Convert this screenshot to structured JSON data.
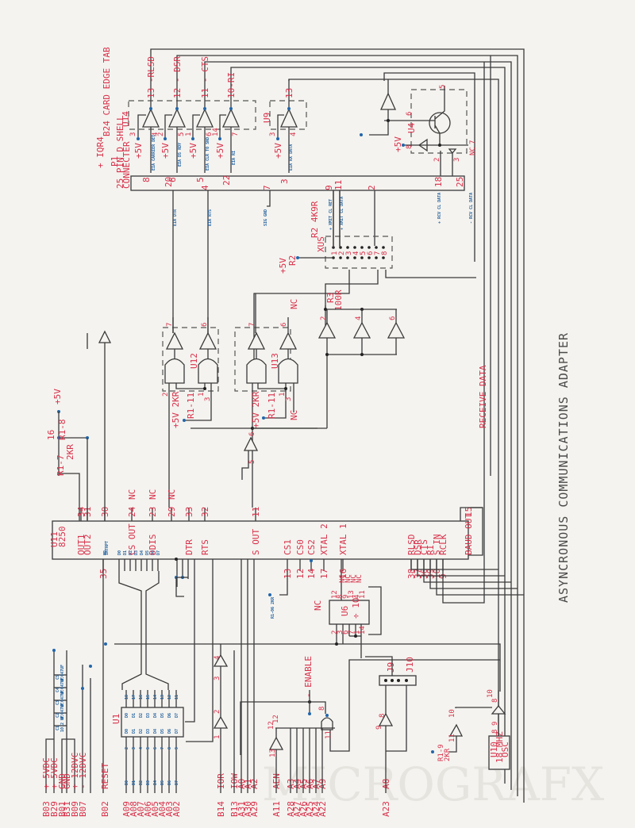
{
  "title": "ASYNCRONOUS COMMUNICATIONS ADAPTER",
  "colors": {
    "paper": "#f4f3ef",
    "wire": "#3a3a3a",
    "label_red": "#d8304a",
    "label_blue": "#1f5f9e"
  },
  "card_edge": {
    "title": "B24 CARD EDGE TAB",
    "pins_b": [
      {
        "pin": "B03",
        "signal": "+ 5VDC"
      },
      {
        "pin": "B29",
        "signal": "+ 5VDC"
      },
      {
        "pin": "B01",
        "signal": "GND"
      },
      {
        "pin": "B31",
        "signal": "GND"
      },
      {
        "pin": "B09",
        "signal": "+ 12DVC"
      },
      {
        "pin": "B07",
        "signal": "- 12DVC"
      },
      {
        "pin": "B02",
        "signal": "RESET"
      },
      {
        "pin": "B14",
        "signal": "IOR"
      },
      {
        "pin": "B13",
        "signal": "IOW"
      }
    ],
    "pins_data": [
      "A09",
      "A08",
      "A07",
      "A06",
      "A05",
      "A04",
      "A03",
      "A02"
    ],
    "pins_addr_low": [
      {
        "pin": "A31",
        "signal": "A0"
      },
      {
        "pin": "A30",
        "signal": "A1"
      },
      {
        "pin": "A29",
        "signal": "A2"
      }
    ],
    "pin_aen": {
      "pin": "A11",
      "signal": "AEN"
    },
    "pins_addr_high": [
      {
        "pin": "A28",
        "signal": "A3"
      },
      {
        "pin": "A27",
        "signal": "A4"
      },
      {
        "pin": "A26",
        "signal": "A5"
      },
      {
        "pin": "A25",
        "signal": "A6"
      },
      {
        "pin": "A24",
        "signal": "A7"
      },
      {
        "pin": "A22",
        "signal": "A9"
      }
    ],
    "pin_a8": {
      "pin": "A23",
      "signal": "A8"
    }
  },
  "capacitors": [
    "C1",
    "C2",
    "C3",
    "C4",
    "C5"
  ],
  "capacitor_values": [
    "10.2 UF",
    "0.047UF",
    "0.047UF",
    "0.047UF",
    "0.047UF"
  ],
  "u1": {
    "ref": "U1",
    "in_labels": [
      "D0",
      "D1",
      "D2",
      "D3",
      "D4",
      "D5",
      "D6",
      "D7"
    ],
    "pins_in": [
      "2",
      "3",
      "4",
      "5",
      "6",
      "7",
      "8",
      "9"
    ],
    "pins_out": [
      "18",
      "17",
      "16",
      "15",
      "14",
      "13",
      "12",
      "11"
    ]
  },
  "u11": {
    "ref": "U11",
    "part": "8250",
    "top_pins": [
      {
        "pin": "34",
        "name": "OUT1"
      },
      {
        "pin": "31",
        "name": "OUT2"
      },
      {
        "pin": "30",
        "name": "INTRPT"
      },
      {
        "pin": "24",
        "name": "CS OUT",
        "nc": "NC"
      },
      {
        "pin": "23",
        "name": "DDIS",
        "nc": "NC"
      },
      {
        "pin": "29",
        "name": "",
        "nc": "NC"
      },
      {
        "pin": "33",
        "name": "DTR"
      },
      {
        "pin": "32",
        "name": "RTS"
      },
      {
        "pin": "11",
        "name": "S OUT"
      },
      {
        "pin": "15",
        "name": "BAUD OUT"
      }
    ],
    "bottom_pins": [
      {
        "pin": "35",
        "name": "MR"
      },
      {
        "pin": "13",
        "name": "CS1"
      },
      {
        "pin": "12",
        "name": "CS0"
      },
      {
        "pin": "14",
        "name": "CS2"
      },
      {
        "pin": "17",
        "name": "XTAL 2",
        "nc": "NC"
      },
      {
        "pin": "16",
        "name": "XTAL 1"
      },
      {
        "pin": "38",
        "name": "RLSD"
      },
      {
        "pin": "37",
        "name": "DSR"
      },
      {
        "pin": "36",
        "name": "CTS"
      },
      {
        "pin": "39",
        "name": "RI"
      },
      {
        "pin": "10",
        "name": "S IN"
      },
      {
        "pin": "9",
        "name": "RCLK"
      }
    ],
    "data_labels": [
      "D0",
      "D1",
      "D2",
      "D3",
      "D4",
      "D5",
      "D6",
      "D7"
    ]
  },
  "u14": {
    "ref": "U14",
    "outputs": [
      "13 -RLSD",
      "12 - DSR",
      "11 - CTS",
      "10-RI"
    ],
    "inputs": [
      "4",
      "5",
      "6",
      "7"
    ],
    "vcc_pins": [
      "3",
      "2",
      "1",
      "14"
    ],
    "eia": [
      "EIA CARRIER DET",
      "EIA DS RDY",
      "EIA CLR TO SND",
      "EIA RI"
    ]
  },
  "u9": {
    "ref": "U9",
    "output": "13",
    "input": "4",
    "vcc_pin": "3",
    "eia": "EIA RX DATA"
  },
  "p1": {
    "ref": "P1",
    "desc1": "25 PIN D SHELL",
    "desc2": "CONNECTER",
    "top_pins": [
      "8",
      "6",
      "5",
      "22",
      "3"
    ],
    "bottom_pins": [
      "20",
      "4",
      "7",
      "9",
      "11",
      "2",
      "18",
      "25"
    ],
    "note": "+ IQR4"
  },
  "eia_out": [
    "EIA DTR",
    "EIA RTS",
    "SIG GND",
    "+ XMIT CL RET",
    "+ XMIT CL DATA",
    "+ RCV CL DATA",
    "- RCV CL DATA"
  ],
  "u12": {
    "ref": "U12",
    "outputs": [
      "7",
      "6"
    ],
    "pins": [
      "2",
      "1",
      "3"
    ]
  },
  "u13": {
    "ref": "U13",
    "outputs": [
      "7",
      "6"
    ],
    "pins": [
      "1",
      "3"
    ],
    "nc": "NC"
  },
  "r_labels": {
    "r1_11": "R1-11",
    "r1_11b": "R1-11",
    "r1_7": "R1-7",
    "r1_8": "R1-8",
    "r1_val": "2KR",
    "r1_pin": "16",
    "r1_9": "R1-9",
    "r1_9v": "2KR",
    "pull": "+5V 2KR",
    "pull2": "+5V 2KR",
    "r2": "R2 4K9R",
    "r2b": "R2",
    "r3": "R3",
    "r3v": "100R",
    "xus": "XUS",
    "plus5v": "+5V",
    "rnet": "R1-06 2KR"
  },
  "u4": {
    "ref": "U4",
    "pins": [
      "6",
      "5",
      "8",
      "7",
      "2",
      "3"
    ],
    "nc": "NC"
  },
  "u6": {
    "ref": "U6",
    "func": "÷ 10",
    "top": [
      "12",
      "8",
      "9",
      "13",
      "4",
      "11"
    ],
    "top_nc": [
      "NC",
      "NC",
      "NC",
      "NC"
    ],
    "bottom": [
      "2",
      "3",
      "6",
      "7",
      "1",
      "14"
    ]
  },
  "u10": {
    "ref": "U10",
    "freq": "18 MHZ",
    "type": "OSC",
    "pin": "8"
  },
  "receive_data": "RECEIVE DATA",
  "enable": "- ENABLE",
  "jumpers": [
    "J9",
    "J10"
  ],
  "misc_pins": {
    "u6_8": "8",
    "u6_9": "9",
    "u11_10": "10",
    "u11_11": "11",
    "u10_8": "8",
    "u10_9": "9",
    "u10_10": "10",
    "gate_12": "12",
    "gate_13": "13",
    "gate_11": "11",
    "gate_8": "8",
    "inv_4": "4",
    "inv_3": "3",
    "inv_2": "2",
    "inv_1": "1",
    "u5_6": "6",
    "u5_4": "4",
    "u5_5": "5"
  },
  "ghost_text": "MICROGRAFX"
}
